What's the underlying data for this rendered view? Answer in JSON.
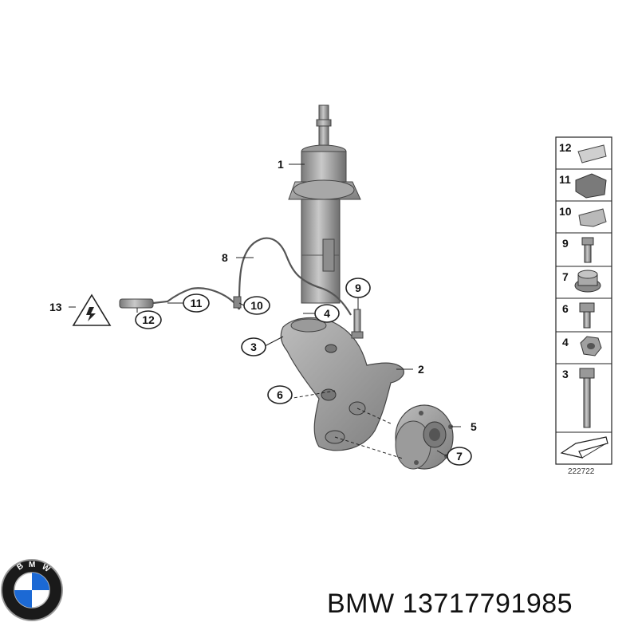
{
  "callouts": {
    "c1": "1",
    "c2": "2",
    "c3": "3",
    "c4": "4",
    "c5": "5",
    "c6": "6",
    "c7": "7",
    "c8": "8",
    "c9": "9",
    "c10": "10",
    "c11": "11",
    "c12": "12",
    "c13": "13"
  },
  "legend": {
    "items": [
      "12",
      "11",
      "10",
      "9",
      "7",
      "6",
      "4",
      "3"
    ],
    "ref_code": "222722"
  },
  "footer": {
    "brand": "BMW",
    "part_number": "13717791985"
  },
  "logo": {
    "text": "BMW",
    "colors": {
      "blue": "#1c69d4",
      "white": "#ffffff",
      "ring": "#1a1a1a"
    }
  },
  "parts": [
    "strut-assembly",
    "steering-knuckle",
    "hex-bolt",
    "hex-nut",
    "wheel-hub",
    "bolt",
    "collar-nut",
    "brake-wear-sensor",
    "bolt-9",
    "clip-10",
    "holder-11",
    "clip-12",
    "warning-symbol"
  ]
}
